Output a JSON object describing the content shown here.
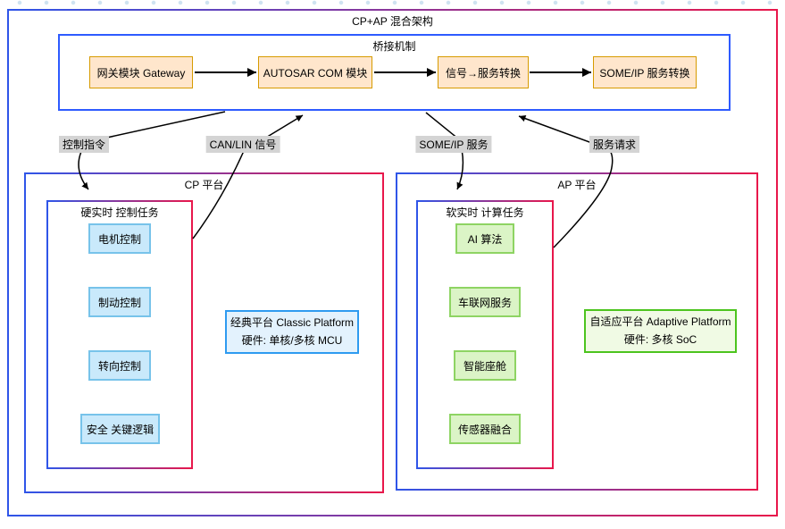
{
  "diagram": {
    "title": "CP+AP 混合架构"
  },
  "bridge": {
    "title": "桥接机制",
    "nodes": [
      {
        "label": "网关模块 Gateway"
      },
      {
        "label": "AUTOSAR COM 模块"
      },
      {
        "label": "信号→服务转换"
      },
      {
        "label": "SOME/IP 服务转换"
      }
    ]
  },
  "edge_labels": {
    "control_cmd": "控制指令",
    "can_lin": "CAN/LIN 信号",
    "someip_service": "SOME/IP 服务",
    "service_request": "服务请求"
  },
  "cp_platform": {
    "title": "CP 平台",
    "task_group_title": "硬实时 控制任务",
    "tasks": [
      "电机控制",
      "制动控制",
      "转向控制",
      "安全 关键逻辑"
    ],
    "note_line1": "经典平台 Classic Platform",
    "note_line2": "硬件: 单核/多核 MCU"
  },
  "ap_platform": {
    "title": "AP 平台",
    "task_group_title": "软实时 计算任务",
    "tasks": [
      "AI 算法",
      "车联网服务",
      "智能座舱",
      "传感器融合"
    ],
    "note_line1": "自适应平台 Adaptive Platform",
    "note_line2": "硬件: 多核 SoC"
  },
  "colors": {
    "gradient_start": "#2f55e8",
    "gradient_end": "#e8174b",
    "bridge_border": "#2e5bff",
    "node_orange_fill": "#ffe6cc",
    "node_orange_border": "#d79b00",
    "task_blue_fill": "#c9e9fb",
    "task_blue_border": "#77c3ea",
    "task_green_fill": "#dbf4c6",
    "task_green_border": "#8ed463",
    "classic_note_fill": "#e3f2fd",
    "classic_note_border": "#2e9bf0",
    "adaptive_note_fill": "#f0fae4",
    "adaptive_note_border": "#4cc41e",
    "edge_label_bg": "#d4d4d4",
    "grid_dot": "#cfe3f1",
    "connector": "#000000"
  }
}
